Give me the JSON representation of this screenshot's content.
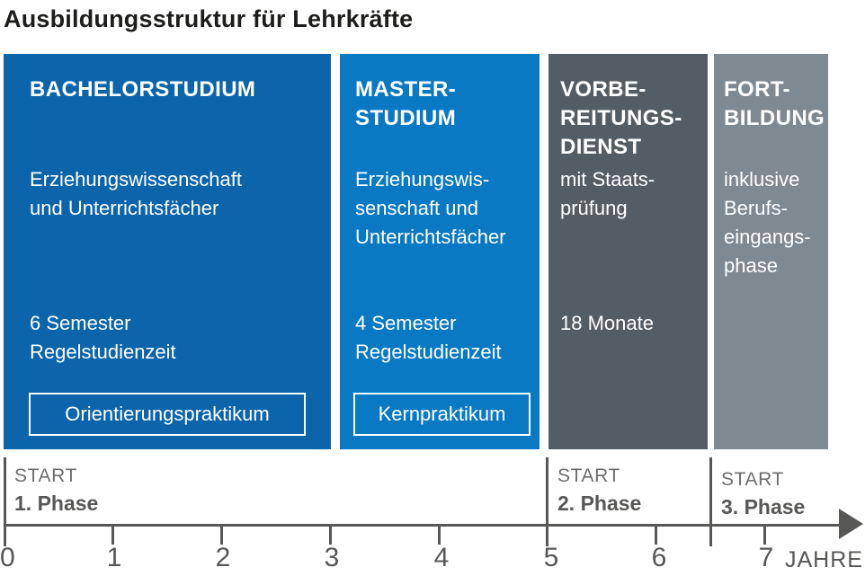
{
  "title": "Ausbildungsstruktur für Lehrkräfte",
  "colors": {
    "bachelor_blue": "#0c64ab",
    "master_blue": "#0a79c3",
    "vorbereitung_gray": "#555d64",
    "fortbildung_gray": "#7f8991",
    "axis_gray": "#575756",
    "title_black": "#1d1d1b"
  },
  "blocks": [
    {
      "id": "bachelorstudium",
      "title": "BACHELORSTUDIUM",
      "description": "Erziehungswissenschaft\nund Unterrichtsfächer",
      "duration": "6 Semester\nRegelstudienzeit",
      "badge": "Orientierungspraktikum",
      "color": "#0c64ab"
    },
    {
      "id": "masterstudium",
      "title": "MASTER-\nSTUDIUM",
      "description": "Erziehungswis-\nsenschaft und\nUnterrichtsfächer",
      "duration": "4 Semester\n Regelstudienzeit",
      "badge": "Kernpraktikum",
      "color": "#0a79c3"
    },
    {
      "id": "vorbereitungsdienst",
      "title": "VORBE-\nREITUNGS-\nDIENST",
      "description": "mit Staats-\nprüfung",
      "duration": "18 Monate",
      "color": "#555d64"
    },
    {
      "id": "fortbildung",
      "title": "FORT-\nBILDUNG",
      "description": "inklusive\nBerufs-\neingangs-\nphase",
      "color": "#7f8991"
    }
  ],
  "timeline": {
    "phases": [
      {
        "start": "START",
        "name": "1. Phase",
        "begins_at_year": 0
      },
      {
        "start": "START",
        "name": "2. Phase",
        "begins_at_year": 5
      },
      {
        "start": "START",
        "name": "3. Phase",
        "begins_at_year": 6.5
      }
    ],
    "tick_labels": [
      "0",
      "1",
      "2",
      "3",
      "4",
      "5",
      "6",
      "7"
    ],
    "unit": "JAHRE"
  }
}
